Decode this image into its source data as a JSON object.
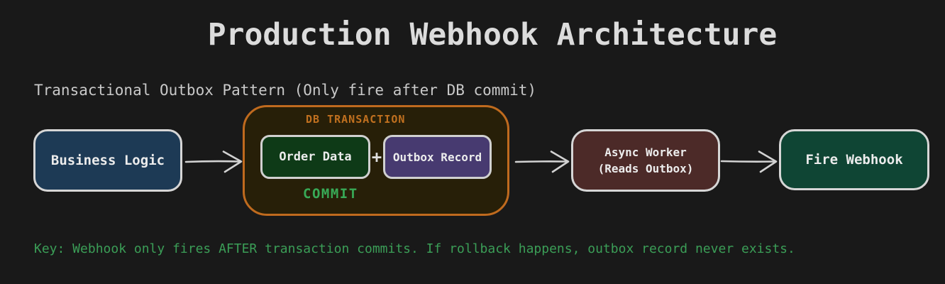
{
  "title": "Production Webhook Architecture",
  "subtitle": "Transactional Outbox Pattern (Only fire after DB commit)",
  "key_note": "Key: Webhook only fires AFTER transaction commits. If rollback happens, outbox record never exists.",
  "nodes": {
    "business_logic": {
      "label": "Business Logic"
    },
    "db_transaction": {
      "label": "DB TRANSACTION",
      "commit_label": "COMMIT",
      "plus_sign": "+",
      "order_data": {
        "label": "Order Data"
      },
      "outbox_record": {
        "label": "Outbox Record"
      }
    },
    "async_worker": {
      "label_line1": "Async Worker",
      "label_line2": "(Reads Outbox)"
    },
    "fire_webhook": {
      "label": "Fire Webhook"
    }
  },
  "colors": {
    "background": "#191919",
    "title_text": "#dcdcdc",
    "subtitle_text": "#c9c9c9",
    "box_border": "#d6d6d6",
    "box_text": "#ececec",
    "business_logic_fill": "#1d3a55",
    "transaction_fill": "#271f08",
    "transaction_border": "#bf6a1e",
    "transaction_label_text": "#c0701f",
    "order_data_fill": "#0e3a17",
    "outbox_record_fill": "#473a70",
    "commit_label_text": "#38a956",
    "async_worker_fill": "#4c2a28",
    "fire_webhook_fill": "#0f4534",
    "arrow_stroke": "#d2d2d2",
    "key_text": "#3b9e57"
  }
}
